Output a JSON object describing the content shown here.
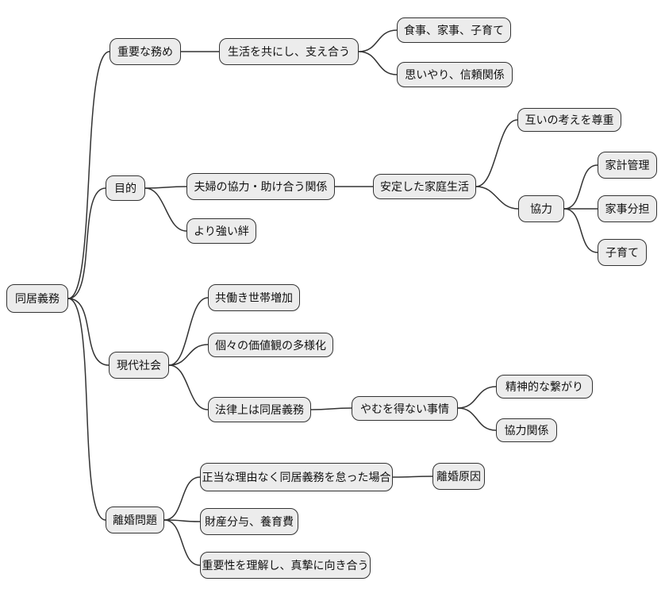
{
  "diagram": {
    "type": "mindmap",
    "language": "ja",
    "style": {
      "background": "#ffffff",
      "node_fill": "#ececec",
      "node_border": "#333333",
      "line_color": "#333333",
      "text_color": "#111111"
    },
    "nodes": {
      "root": "同居義務",
      "important_duty": "重要な務め",
      "live_support": "生活を共にし、支え合う",
      "meals": "食事、家事、子育て",
      "compassion": "思いやり、信頼関係",
      "purpose": "目的",
      "couple_coop": "夫婦の協力・助け合う関係",
      "stable_home": "安定した家庭生活",
      "stronger_bond": "より強い絆",
      "respect": "互いの考えを尊重",
      "coop": "協力",
      "budget": "家計管理",
      "housework": "家事分担",
      "childcare": "子育て",
      "modern": "現代社会",
      "dual_income": "共働き世帯増加",
      "diverse_values": "個々の価値観の多様化",
      "legal_duty": "法律上は同居義務",
      "unavoidable": "やむを得ない事情",
      "spiritual": "精神的な繋がり",
      "coop_rel": "協力関係",
      "divorce": "離婚問題",
      "neglect": "正当な理由なく同居義務を怠った場合",
      "divorce_cause": "離婚原因",
      "property": "財産分与、養育費",
      "sincerity": "重要性を理解し、真摯に向き合う"
    },
    "edges": [
      [
        "root",
        "important_duty"
      ],
      [
        "root",
        "purpose"
      ],
      [
        "root",
        "modern"
      ],
      [
        "root",
        "divorce"
      ],
      [
        "important_duty",
        "live_support"
      ],
      [
        "live_support",
        "meals"
      ],
      [
        "live_support",
        "compassion"
      ],
      [
        "purpose",
        "couple_coop"
      ],
      [
        "purpose",
        "stronger_bond"
      ],
      [
        "couple_coop",
        "stable_home"
      ],
      [
        "stable_home",
        "respect"
      ],
      [
        "stable_home",
        "coop"
      ],
      [
        "coop",
        "budget"
      ],
      [
        "coop",
        "housework"
      ],
      [
        "coop",
        "childcare"
      ],
      [
        "modern",
        "dual_income"
      ],
      [
        "modern",
        "diverse_values"
      ],
      [
        "modern",
        "legal_duty"
      ],
      [
        "legal_duty",
        "unavoidable"
      ],
      [
        "unavoidable",
        "spiritual"
      ],
      [
        "unavoidable",
        "coop_rel"
      ],
      [
        "divorce",
        "neglect"
      ],
      [
        "neglect",
        "divorce_cause"
      ],
      [
        "divorce",
        "property"
      ],
      [
        "divorce",
        "sincerity"
      ]
    ]
  }
}
